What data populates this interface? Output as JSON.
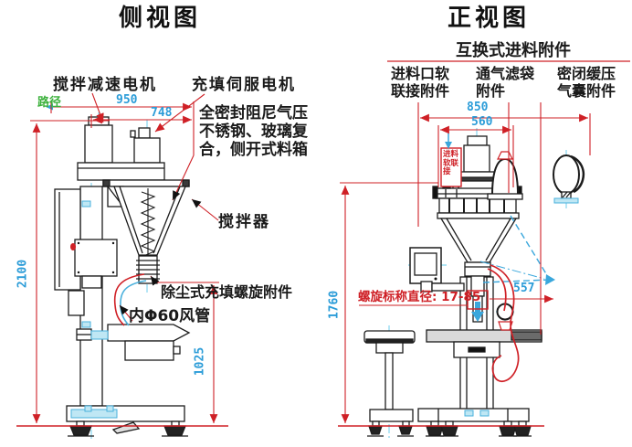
{
  "side_view": {
    "title": "侧视图",
    "labels": {
      "mixer_gear_motor": "搅拌减速电机",
      "filling_servo_motor": "充填伺服电机",
      "path": "路径",
      "hopper_line1": "全密封阻尼气压",
      "hopper_line2": "不锈钢、玻璃复",
      "hopper_line3": "合，侧开式料箱",
      "agitator": "搅拌器",
      "dust_auger": "除尘式充填螺旋附件",
      "air_pipe": "内Φ60风管"
    },
    "dims": {
      "depth": "950",
      "depth_inner": "748",
      "height": "2100",
      "fill_height": "1025"
    }
  },
  "front_view": {
    "title": "正视图",
    "header": "互换式进料附件",
    "attachments": [
      {
        "line1": "进料口软",
        "line2": "联接附件"
      },
      {
        "line1": "通气滤袋",
        "line2": "附件"
      },
      {
        "line1": "密闭缓压",
        "line2": "气囊附件"
      }
    ],
    "feed_connector": {
      "line1": "进料",
      "line2": "软联",
      "line3": "接"
    },
    "auger_spec": "螺旋标称直径: 17-85",
    "dims": {
      "width": "850",
      "width_inner": "560",
      "height": "1760",
      "swing": "557"
    }
  },
  "colors": {
    "red": "#cf2026",
    "dim_blue": "#2b9cd8",
    "green": "#3db13d",
    "cyan": "#4ab0dc",
    "black": "#1c1c1c"
  }
}
